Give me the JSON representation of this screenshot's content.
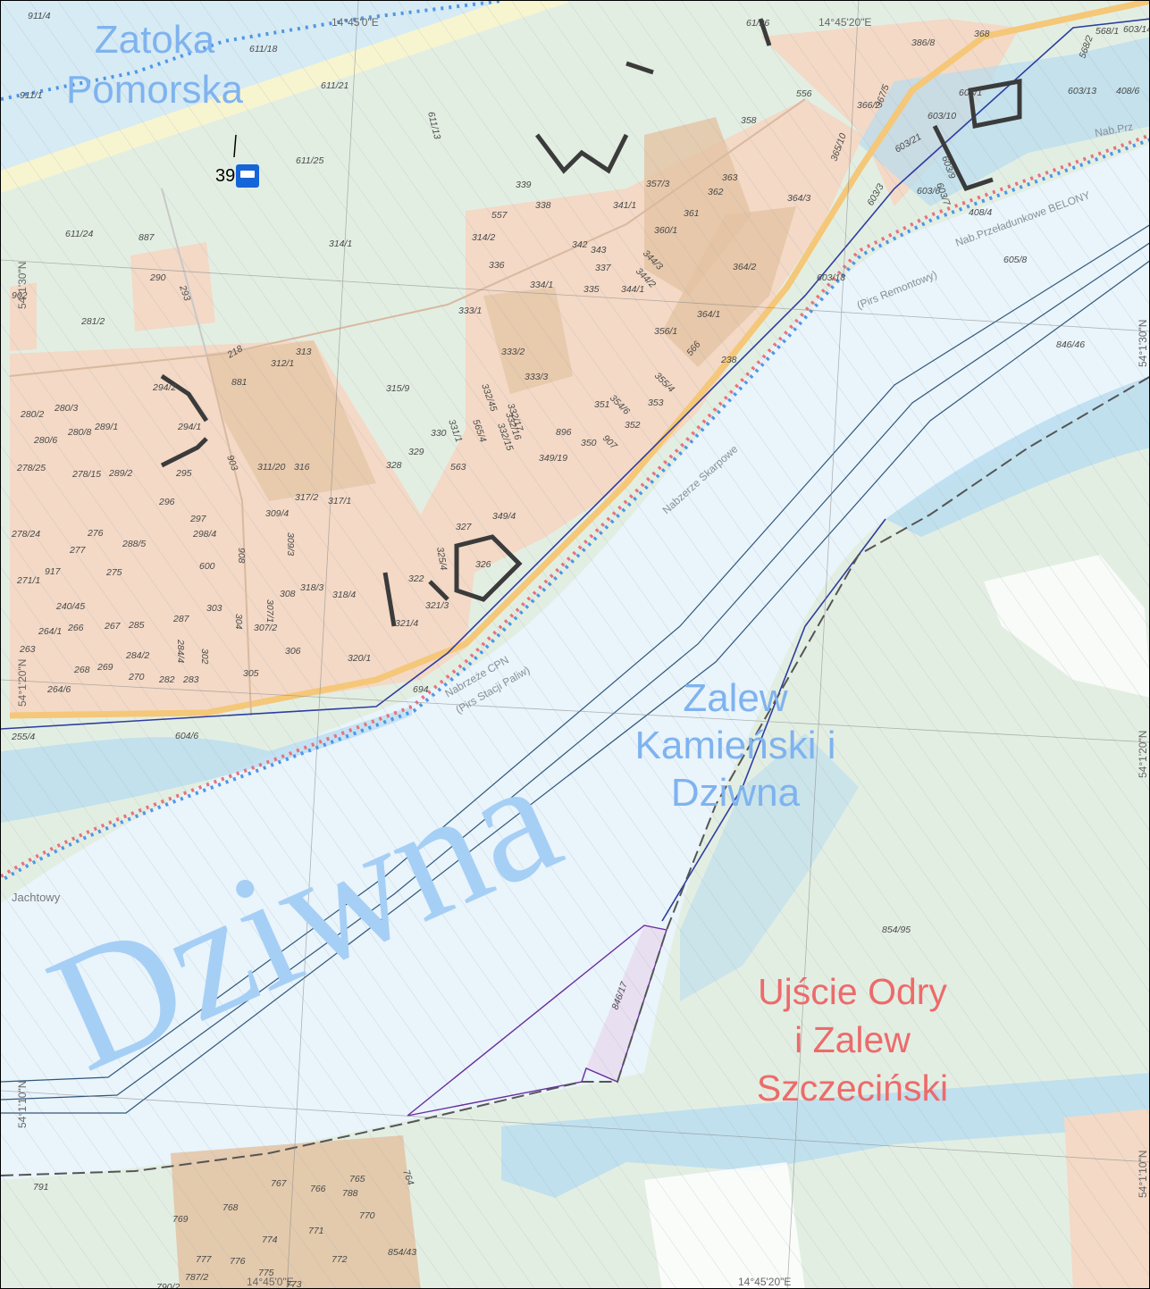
{
  "regions": {
    "zatoka": [
      "Zatoka",
      "Pomorska"
    ],
    "zalew_kamienski": [
      "Zalew",
      "Kamieński i",
      "Dziwna"
    ],
    "ujscie_odry": [
      "Ujście Odry",
      "i Zalew",
      "Szczeciński"
    ],
    "river": "Dziwna"
  },
  "marker": {
    "label": "390",
    "icon": "mooring-sign-icon"
  },
  "quays": {
    "cpn": "Nabrzeże CPN",
    "cpn_sub": "(Pirs Stacji Paliw)",
    "skarpowe": "Nabzerze Skarpowe",
    "remontowy": "(Pirs Remontowy)",
    "przeladunkowe": "Nab.Przeładunkowe BELONY",
    "prz": "Nab.Prz",
    "jachtowy": "Jachtowy"
  },
  "coords": {
    "top_lon_1": "14°45'0\"E",
    "top_lon_2": "14°45'20\"E",
    "bottom_lon_1": "14°45'0\"E",
    "bottom_lon_2": "14°45'20\"E",
    "left_lat_1": "54°1'30\"N",
    "left_lat_2": "54°1'20\"N",
    "left_lat_3": "54°1'10\"N",
    "right_lat_1": "54°1'30\"N",
    "right_lat_2": "54°1'20\"N",
    "right_lat_3": "54°1'10\"N"
  },
  "colors": {
    "land_green": "#e3eee3",
    "built_up": "#f3d9c6",
    "built_dark": "#e3c3a3",
    "water": "#e9f4fb",
    "water_shallow": "#b7dcf0",
    "road": "#f5c778",
    "boundary": "#2d3da0",
    "shore_red": "#e8737d",
    "shore_blue": "#4e97e7"
  },
  "parcels": [
    {
      "t": "911/4"
    },
    {
      "t": "611/18"
    },
    {
      "t": "611/21"
    },
    {
      "t": "611/13"
    },
    {
      "t": "611/25"
    },
    {
      "t": "611/24"
    },
    {
      "t": "887"
    },
    {
      "t": "290"
    },
    {
      "t": "293"
    },
    {
      "t": "902"
    },
    {
      "t": "281/2"
    },
    {
      "t": "314/1"
    },
    {
      "t": "314/2"
    },
    {
      "t": "339"
    },
    {
      "t": "338"
    },
    {
      "t": "557"
    },
    {
      "t": "336"
    },
    {
      "t": "342"
    },
    {
      "t": "343"
    },
    {
      "t": "337"
    },
    {
      "t": "334/1"
    },
    {
      "t": "335"
    },
    {
      "t": "344/3"
    },
    {
      "t": "344/2"
    },
    {
      "t": "344/1"
    },
    {
      "t": "341/1"
    },
    {
      "t": "357/3"
    },
    {
      "t": "362"
    },
    {
      "t": "363"
    },
    {
      "t": "361"
    },
    {
      "t": "360/1"
    },
    {
      "t": "358"
    },
    {
      "t": "556"
    },
    {
      "t": "366/2"
    },
    {
      "t": "367/5"
    },
    {
      "t": "368"
    },
    {
      "t": "386/8"
    },
    {
      "t": "364/3"
    },
    {
      "t": "365/10"
    },
    {
      "t": "364/2"
    },
    {
      "t": "364/1"
    },
    {
      "t": "356/1"
    },
    {
      "t": "566"
    },
    {
      "t": "238"
    },
    {
      "t": "355/4"
    },
    {
      "t": "333/1"
    },
    {
      "t": "333/2"
    },
    {
      "t": "333/3"
    },
    {
      "t": "313"
    },
    {
      "t": "312/1"
    },
    {
      "t": "218"
    },
    {
      "t": "881"
    },
    {
      "t": "315/9"
    },
    {
      "t": "294/2"
    },
    {
      "t": "280/2"
    },
    {
      "t": "280/3"
    },
    {
      "t": "289/1"
    },
    {
      "t": "280/8"
    },
    {
      "t": "280/6"
    },
    {
      "t": "294/1"
    },
    {
      "t": "278/25"
    },
    {
      "t": "278/15"
    },
    {
      "t": "289/2"
    },
    {
      "t": "295"
    },
    {
      "t": "903"
    },
    {
      "t": "311/20"
    },
    {
      "t": "316"
    },
    {
      "t": "296"
    },
    {
      "t": "317/2"
    },
    {
      "t": "317/1"
    },
    {
      "t": "297"
    },
    {
      "t": "298/4"
    },
    {
      "t": "309/4"
    },
    {
      "t": "309/3"
    },
    {
      "t": "278/24"
    },
    {
      "t": "276"
    },
    {
      "t": "277"
    },
    {
      "t": "288/5"
    },
    {
      "t": "600"
    },
    {
      "t": "908"
    },
    {
      "t": "275"
    },
    {
      "t": "271/1"
    },
    {
      "t": "917"
    },
    {
      "t": "240/45"
    },
    {
      "t": "264/1"
    },
    {
      "t": "266"
    },
    {
      "t": "267"
    },
    {
      "t": "285"
    },
    {
      "t": "287"
    },
    {
      "t": "303"
    },
    {
      "t": "304"
    },
    {
      "t": "307/1"
    },
    {
      "t": "307/2"
    },
    {
      "t": "308"
    },
    {
      "t": "318/3"
    },
    {
      "t": "318/4"
    },
    {
      "t": "306"
    },
    {
      "t": "263"
    },
    {
      "t": "284/2"
    },
    {
      "t": "284/4"
    },
    {
      "t": "302"
    },
    {
      "t": "268"
    },
    {
      "t": "269"
    },
    {
      "t": "270"
    },
    {
      "t": "282"
    },
    {
      "t": "283"
    },
    {
      "t": "305"
    },
    {
      "t": "320/1"
    },
    {
      "t": "264/6"
    },
    {
      "t": "255/4"
    },
    {
      "t": "604/6"
    },
    {
      "t": "694"
    },
    {
      "t": "322"
    },
    {
      "t": "321/3"
    },
    {
      "t": "321/4"
    },
    {
      "t": "326"
    },
    {
      "t": "327"
    },
    {
      "t": "325/4"
    },
    {
      "t": "349/4"
    },
    {
      "t": "328"
    },
    {
      "t": "329"
    },
    {
      "t": "330"
    },
    {
      "t": "563"
    },
    {
      "t": "565/4"
    },
    {
      "t": "331/1"
    },
    {
      "t": "332/45"
    },
    {
      "t": "332/17"
    },
    {
      "t": "332/16"
    },
    {
      "t": "332/15"
    },
    {
      "t": "351"
    },
    {
      "t": "354/6"
    },
    {
      "t": "353"
    },
    {
      "t": "352"
    },
    {
      "t": "896"
    },
    {
      "t": "350"
    },
    {
      "t": "907"
    },
    {
      "t": "349/19"
    },
    {
      "t": "603/1"
    },
    {
      "t": "603/10"
    },
    {
      "t": "603/13"
    },
    {
      "t": "408/6"
    },
    {
      "t": "568/1"
    },
    {
      "t": "568/2"
    },
    {
      "t": "603/14"
    },
    {
      "t": "603/21"
    },
    {
      "t": "603/6"
    },
    {
      "t": "603/3"
    },
    {
      "t": "603/7"
    },
    {
      "t": "603/9"
    },
    {
      "t": "408/4"
    },
    {
      "t": "603/18"
    },
    {
      "t": "605/8"
    },
    {
      "t": "846/46"
    },
    {
      "t": "854/95"
    },
    {
      "t": "846/17"
    },
    {
      "t": "791"
    },
    {
      "t": "767"
    },
    {
      "t": "766"
    },
    {
      "t": "765"
    },
    {
      "t": "788"
    },
    {
      "t": "764"
    },
    {
      "t": "769"
    },
    {
      "t": "768"
    },
    {
      "t": "770"
    },
    {
      "t": "771"
    },
    {
      "t": "774"
    },
    {
      "t": "854/43"
    },
    {
      "t": "777"
    },
    {
      "t": "776"
    },
    {
      "t": "775"
    },
    {
      "t": "772"
    },
    {
      "t": "787/2"
    },
    {
      "t": "790/2"
    },
    {
      "t": "773"
    },
    {
      "t": "61/26"
    },
    {
      "t": "911/1"
    }
  ]
}
